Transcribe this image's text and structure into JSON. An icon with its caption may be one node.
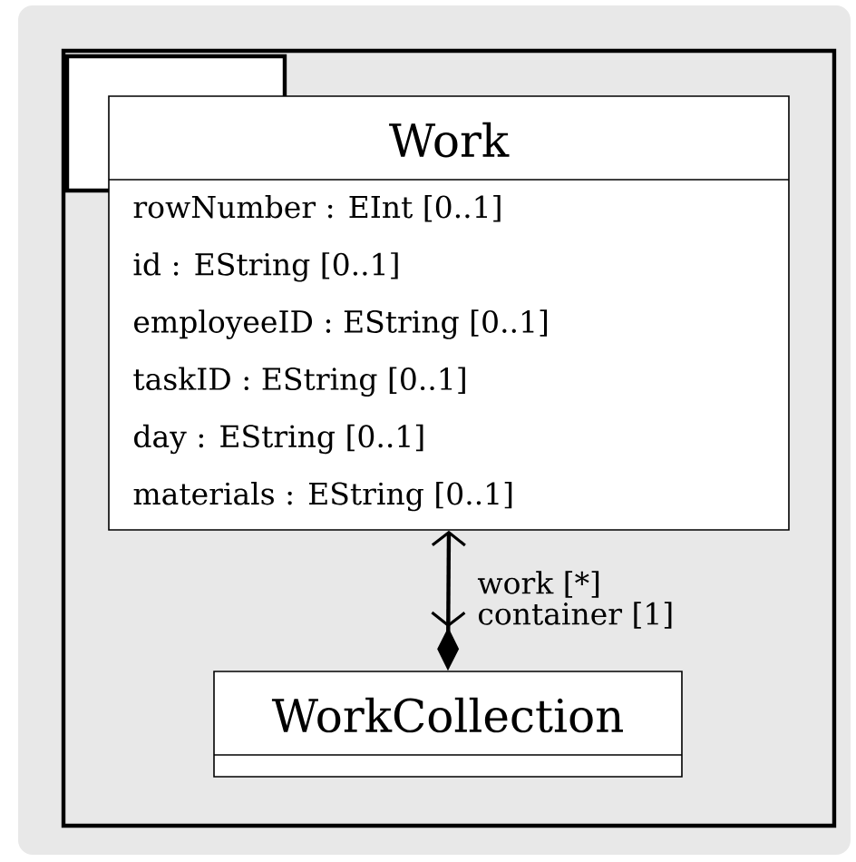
{
  "diagram": {
    "nodes": [
      {
        "text": [],
        "shape": "box"
      },
      {
        "text": [
          "Work",
          "rowNumber : EInt [0..1]",
          "id : EString [0..1]",
          "employeeID : EString [0..1]",
          "taskID : EString [0..1]",
          "day : EString [0..1]",
          "materials : EString [0..1]"
        ],
        "in": 0
      },
      {
        "text": [
          "WorkCollection"
        ],
        "in": 0
      }
    ],
    "edges": [
      {
        "from": 2,
        "to": 1,
        "arrow": "both",
        "label": "work [*]"
      }
    ],
    "labels": [
      "container [1]"
    ]
  }
}
